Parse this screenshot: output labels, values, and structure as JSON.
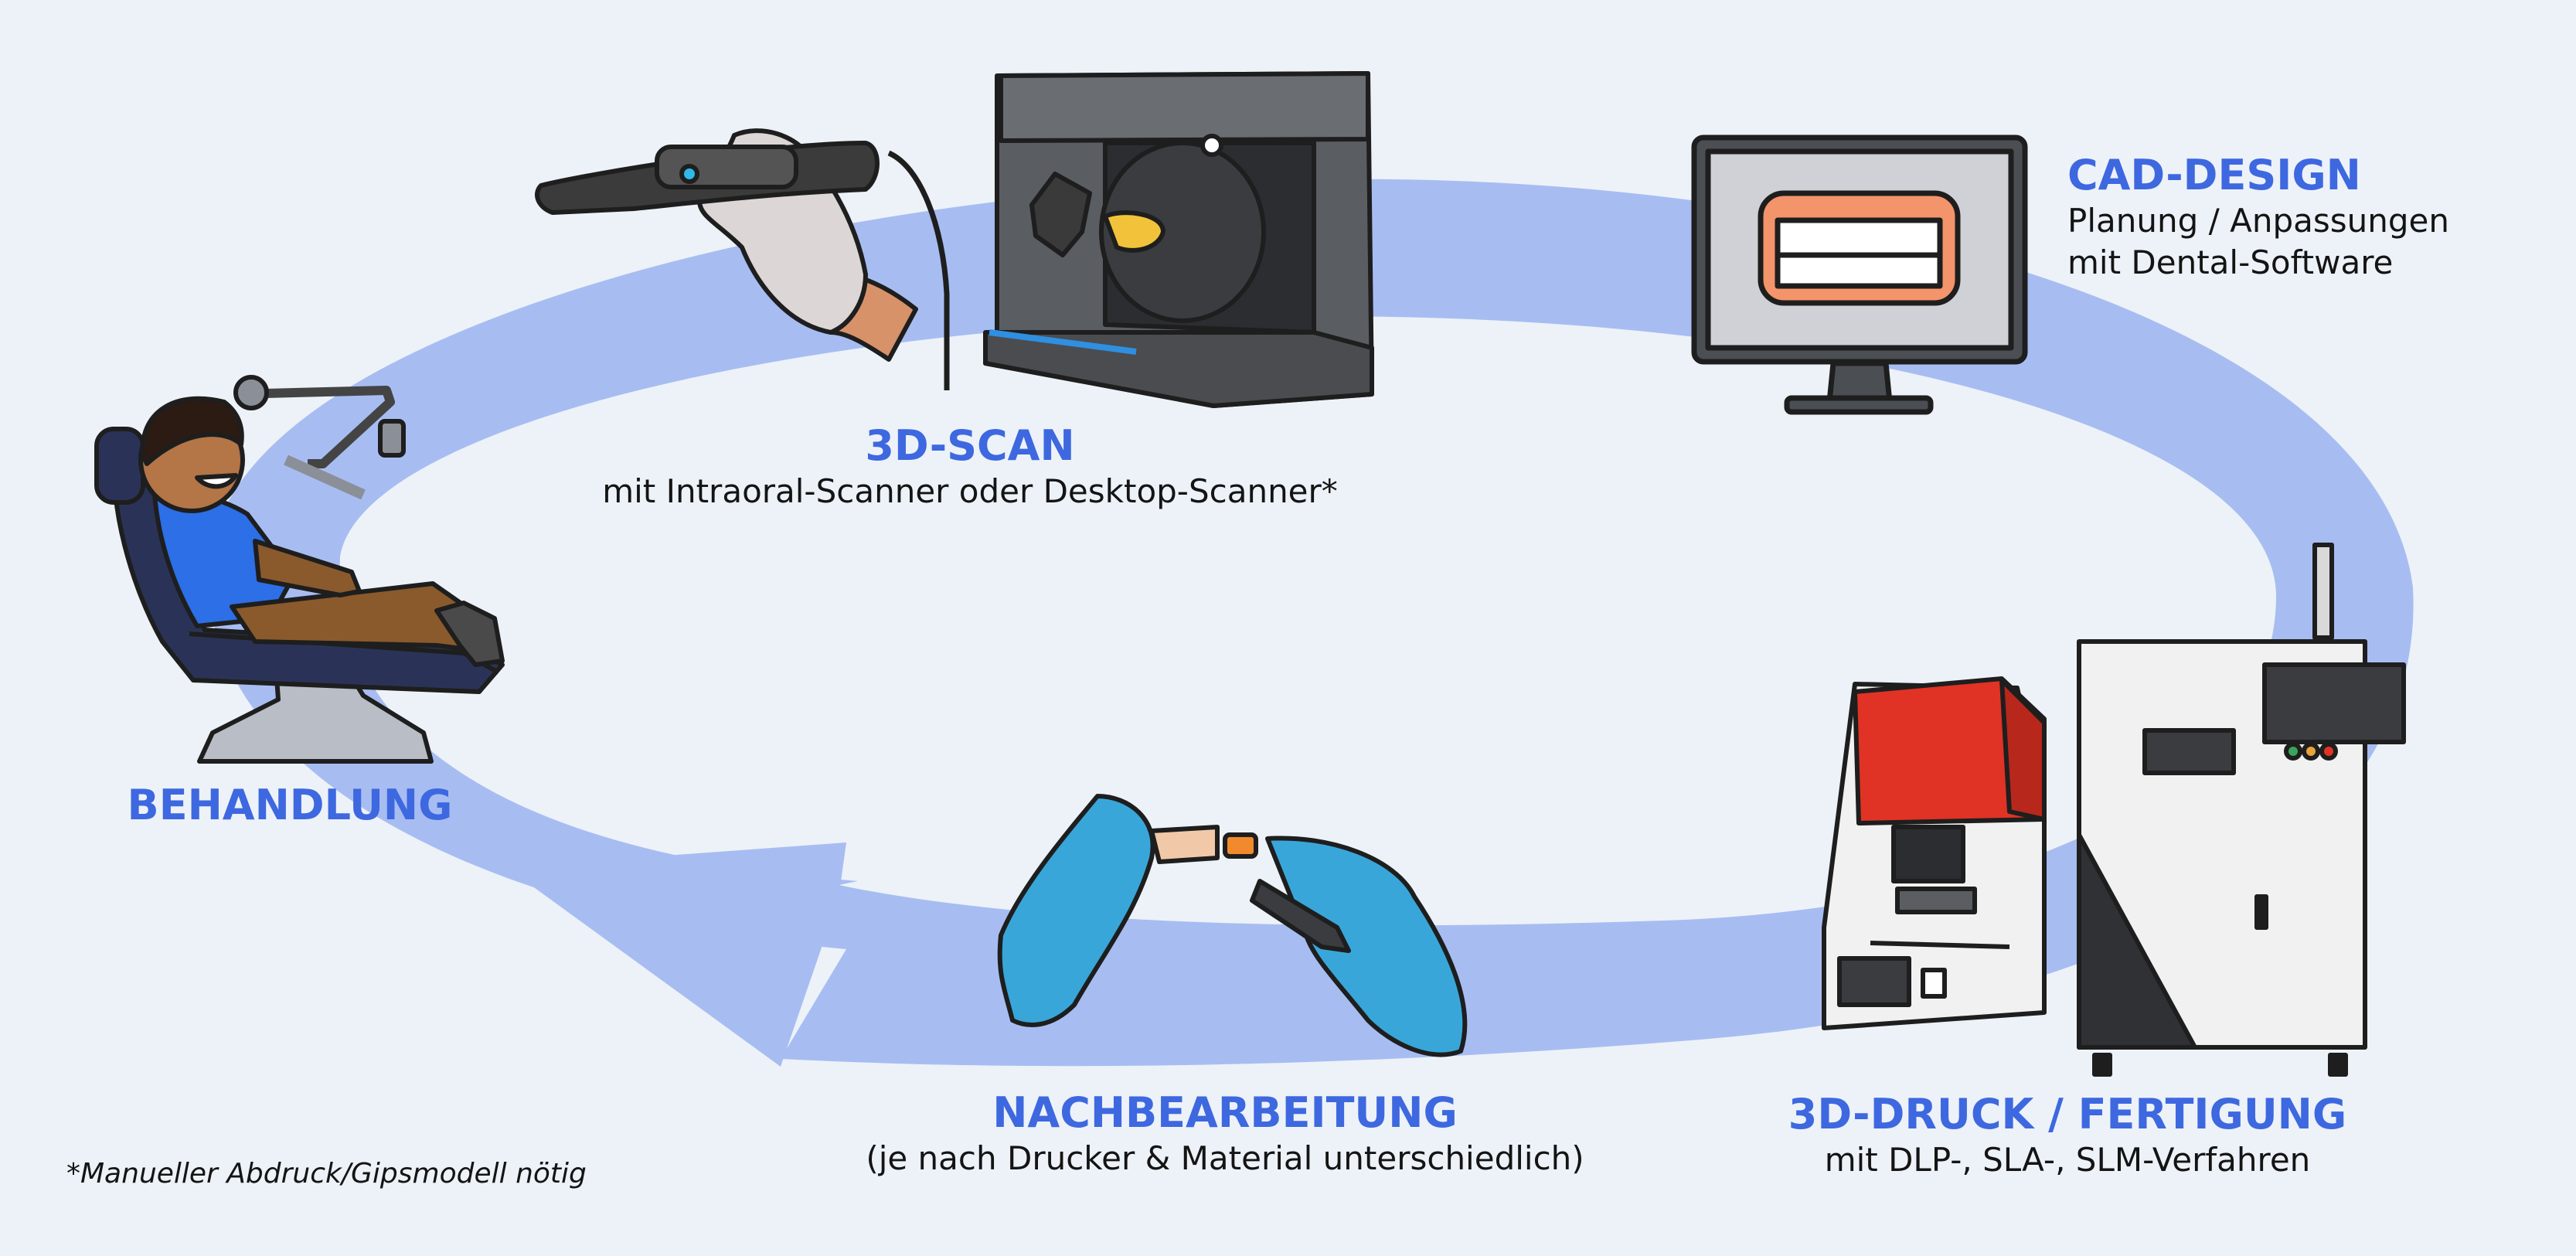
{
  "steps": {
    "treatment": {
      "title": "BEHANDLUNG"
    },
    "scan": {
      "title": "3D-SCAN",
      "subtitle": "mit Intraoral-Scanner oder Desktop-Scanner*"
    },
    "cad": {
      "title": "CAD-DESIGN",
      "line1": "Planung / Anpassungen",
      "line2": "mit Dental-Software"
    },
    "print": {
      "title": "3D-DRUCK / FERTIGUNG",
      "subtitle": "mit DLP-, SLA-, SLM-Verfahren"
    },
    "post": {
      "title": "NACHBEARBEITUNG",
      "subtitle": "(je nach Drucker & Material unterschiedlich)"
    }
  },
  "footnote": "*Manueller Abdruck/Gipsmodell nötig",
  "icons": [
    "patient-chair-icon",
    "intraoral-scanner-icon",
    "desktop-scanner-icon",
    "monitor-teeth-icon",
    "resin-printer-icon",
    "metal-printer-icon",
    "gloved-hands-polishing-icon",
    "cycle-arrow-icon"
  ],
  "colors": {
    "background": "#edf2f8",
    "accent": "#3e68e0",
    "cycle": "#a7bdf2",
    "printer_lid": "#e03325",
    "glove": "#39a6d9"
  }
}
